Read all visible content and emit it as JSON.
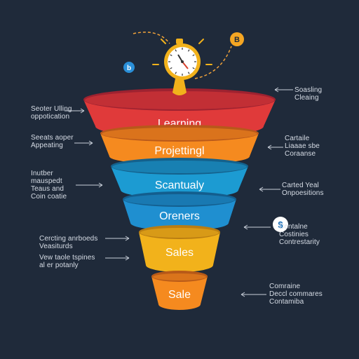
{
  "funnel": {
    "tiers": [
      {
        "label": "Learning",
        "color": "#e03a3a",
        "dark": "#9e2230"
      },
      {
        "label": "Projettingl",
        "color": "#f58a1f",
        "dark": "#b8581a"
      },
      {
        "label": "Scantualy",
        "color": "#1c9bd2",
        "dark": "#14618c"
      },
      {
        "label": "Oreners",
        "color": "#1f8fd0",
        "dark": "#135e8e"
      },
      {
        "label": "Sales",
        "color": "#f2b21b",
        "dark": "#b97d12"
      },
      {
        "label": "Sale",
        "color": "#f58a1f",
        "dark": "#b85a18"
      }
    ]
  },
  "icons": {
    "stopwatch": "stopwatch-icon",
    "blue_dot": "info-icon",
    "orange_coin": "coin-icon",
    "dollar": "dollar-icon"
  },
  "icon_text": {
    "blue_dot": "b",
    "orange_coin": "B",
    "dollar": "$"
  },
  "notes_left": [
    "Seoter Ulling\noppotication",
    "Seeats aoper\nAppeating",
    "Inutber\nmauspedt\nTeaus and\nCoin coatie",
    "Cercting anrboeds\nVeasiturds",
    "Vew taole tspines\nal er potanly"
  ],
  "notes_right": [
    "Soasling\nCleaing",
    "Cartaile\nLiaaae sbe\nCoraanse",
    "Carted Yeal\nOnpoesitions",
    "Contalne\nCostinies\nContrestarity",
    "Comraine\nDeccl commares\nContamiba"
  ]
}
